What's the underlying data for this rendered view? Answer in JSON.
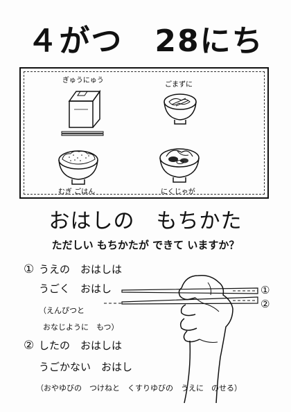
{
  "title": "４がつ　28にち",
  "menu": {
    "items": [
      {
        "label": "ぎゅうにゅう",
        "icon": "milk-carton-icon"
      },
      {
        "label": "ごまずに",
        "icon": "soup-bowl-icon"
      },
      {
        "label": "むぎ ごはん",
        "icon": "rice-bowl-icon"
      },
      {
        "label": "にくじゃが",
        "icon": "stew-bowl-icon"
      }
    ]
  },
  "heading": "おはしの　もちかた",
  "question": "ただしい もちかたが できて いますか？",
  "instructions": {
    "item1_number": "①",
    "item1_line1": "うえの　おはしは",
    "item1_line2": "うごく　おはし",
    "item1_note_line1": "（えんぴつと",
    "item1_note_line2": "おなじように　もつ）",
    "item2_number": "②",
    "item2_line1": "したの　おはしは",
    "item2_line2": "うごかない　おはし",
    "item2_note": "（おやゆびの　つけねと　くすりゆびの　うえに　のせる）"
  },
  "diagram": {
    "marker1": "①",
    "marker2": "②"
  }
}
